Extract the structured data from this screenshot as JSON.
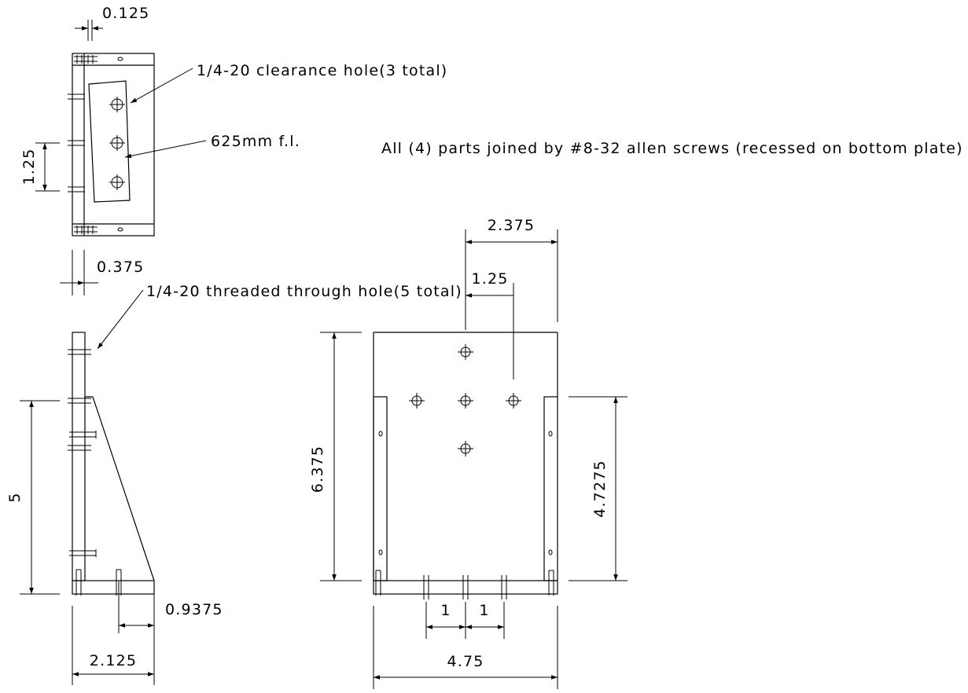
{
  "annotations": {
    "clearance_hole": "1/4-20 clearance hole(3 total)",
    "focal_length": "625mm f.l.",
    "joined_note": "All (4) parts joined by #8-32 allen screws (recessed on bottom plate)",
    "threaded_hole": "1/4-20 threaded through hole(5 total)"
  },
  "dimensions": {
    "top_slot": "0.125",
    "top_spacing": "1.25",
    "side_offset": "0.375",
    "side_height": "5",
    "side_hole_offset": "0.9375",
    "side_width": "2.125",
    "front_half_width": "2.375",
    "front_hole_offset": "1.25",
    "front_height": "6.375",
    "front_inner_height": "4.7275",
    "front_spacing_left": "1",
    "front_spacing_right": "1",
    "front_width": "4.75"
  }
}
